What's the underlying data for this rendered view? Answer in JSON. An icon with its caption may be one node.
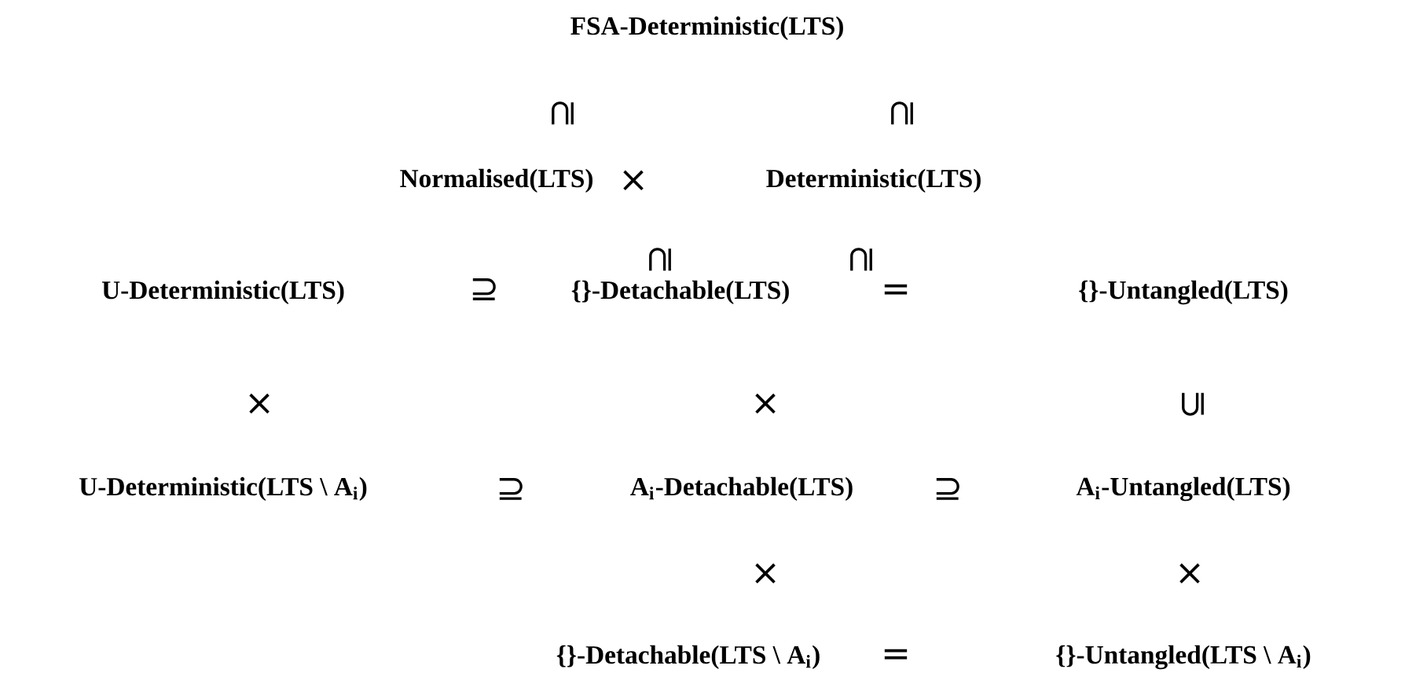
{
  "diagram": {
    "labels": [
      "FSA-Deterministic(LTS)",
      "⊇",
      "⊇",
      "Normalised(LTS)",
      "×",
      "Deterministic(LTS)",
      "⊇",
      "⊇",
      "U-Deterministic(LTS)",
      "⊇",
      "{}-Detachable(LTS)",
      "=",
      "{}-Untangled(LTS)",
      "×",
      "×",
      "⊆",
      "U-Deterministic(LTS \\ A$_{i}$)",
      "⊇",
      "A$_{i}$-Detachable(LTS)",
      "⊇",
      "A$_{i}$-Untangled(LTS)",
      "×",
      "×",
      "{}-Detachable(LTS \\ A$_{i}$)",
      "=",
      "{}-Untangled(LTS \\ A$_{i}$)"
    ]
  }
}
